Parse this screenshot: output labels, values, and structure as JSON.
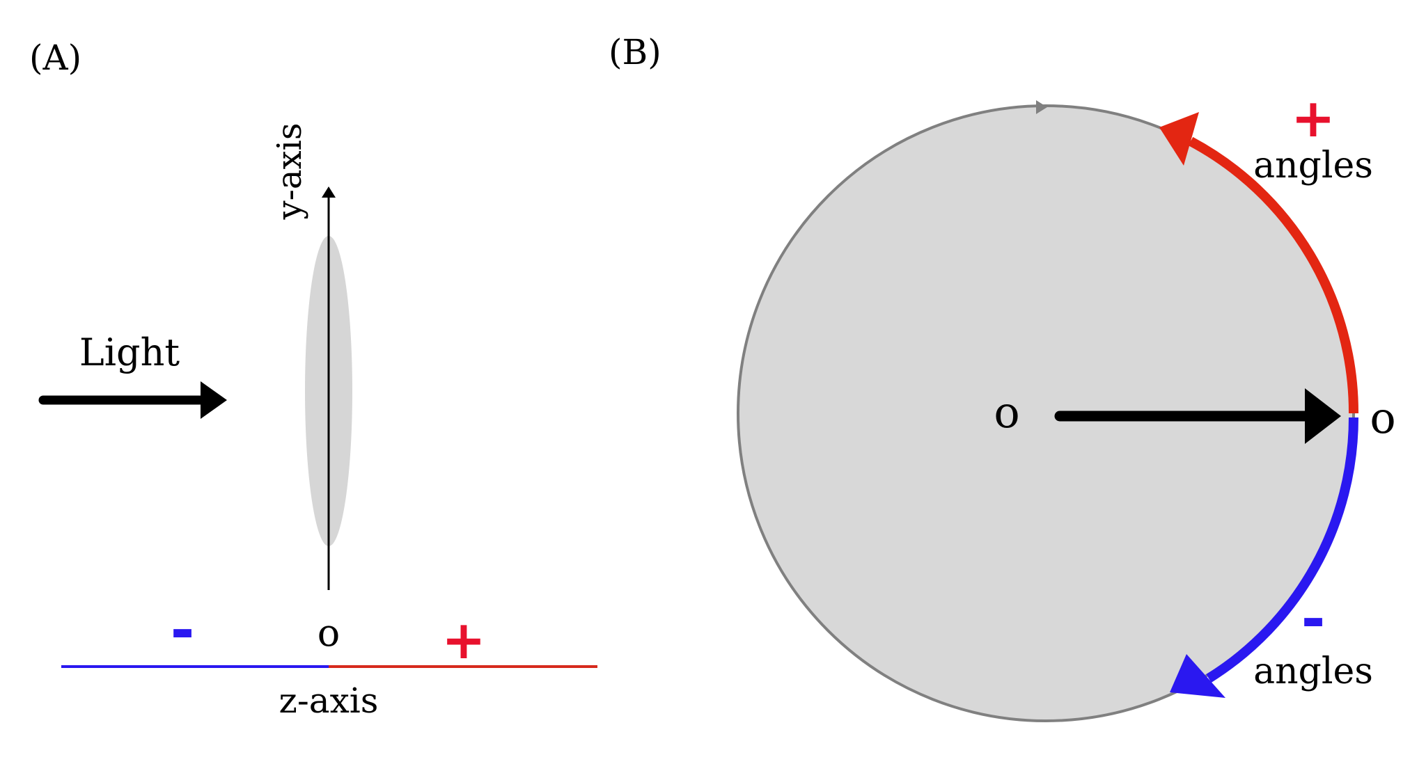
{
  "panel_a": {
    "label": "(A)",
    "light_label": "Light",
    "y_axis_label": "y-axis",
    "z_axis_label": "z-axis",
    "origin_label": "o",
    "minus_sign": "-",
    "plus_sign": "+"
  },
  "panel_b": {
    "label": "(B)",
    "center_label": "o",
    "edge_label": "o",
    "plus_sign": "+",
    "plus_angles_label": "angles",
    "minus_sign": "-",
    "minus_angles_label": "angles"
  },
  "colors": {
    "positive": "#e32612",
    "negative": "#2a18f0",
    "sign_plus": "#e8112d",
    "lens_fill": "#d6d6d6",
    "circle_stroke": "#808080",
    "ink": "#000000"
  }
}
